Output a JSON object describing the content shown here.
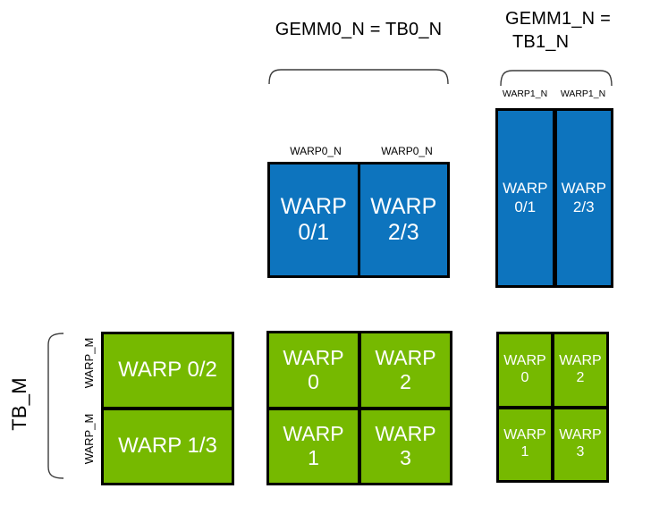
{
  "colors": {
    "blue": "#0d74be",
    "green": "#76b900",
    "border": "#000000",
    "bracket_line": "#3c3c3c",
    "label_text": "#000000",
    "box_text": "#ffffff"
  },
  "titles": {
    "gemm0": "GEMM0_N = TB0_N",
    "gemm1_line1": "GEMM1_N =",
    "gemm1_line2": "TB1_N",
    "tb_m": "TB_M"
  },
  "column_labels": {
    "warp0_n": [
      "WARP0_N",
      "WARP0_N"
    ],
    "warp1_n": [
      "WARP1_N",
      "WARP1_N"
    ]
  },
  "row_labels": {
    "warp_m": [
      "WARP_M",
      "WARP_M"
    ]
  },
  "blue_wide_box": {
    "cells": [
      {
        "line1": "WARP",
        "line2": "0/1"
      },
      {
        "line1": "WARP",
        "line2": "2/3"
      }
    ]
  },
  "blue_tall_box": {
    "cells": [
      {
        "line1": "WARP",
        "line2": "0/1"
      },
      {
        "line1": "WARP",
        "line2": "2/3"
      }
    ]
  },
  "green_left_box": {
    "rows": [
      "WARP 0/2",
      "WARP 1/3"
    ]
  },
  "green_center_grid": {
    "cells": [
      {
        "line1": "WARP",
        "line2": "0"
      },
      {
        "line1": "WARP",
        "line2": "2"
      },
      {
        "line1": "WARP",
        "line2": "1"
      },
      {
        "line1": "WARP",
        "line2": "3"
      }
    ]
  },
  "green_right_grid": {
    "cells": [
      {
        "line1": "WARP",
        "line2": "0"
      },
      {
        "line1": "WARP",
        "line2": "2"
      },
      {
        "line1": "WARP",
        "line2": "1"
      },
      {
        "line1": "WARP",
        "line2": "3"
      }
    ]
  }
}
